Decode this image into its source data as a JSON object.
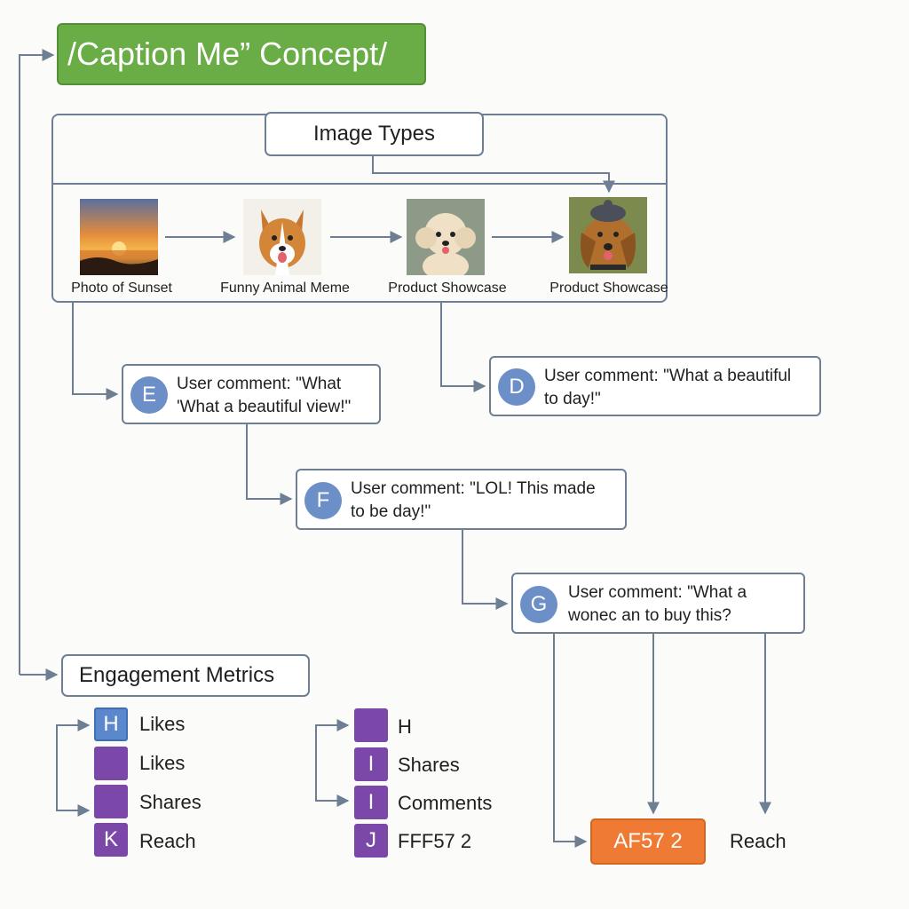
{
  "title": "/Caption Me” Concept/",
  "image_types": {
    "header": "Image Types",
    "items": [
      {
        "label": "Photo of Sunset",
        "image": "sunset-photo"
      },
      {
        "label": "Funny Animal Meme",
        "image": "corgi-dog-photo"
      },
      {
        "label": "Product Showcase",
        "image": "poodle-dog-photo"
      },
      {
        "label": "Product Showcase",
        "image": "dog-with-hat-photo"
      }
    ]
  },
  "comments": {
    "e": {
      "badge": "E",
      "text": "User comment: \"What\n'What a beautiful view!\""
    },
    "d": {
      "badge": "D",
      "text": "User comment: \"What a beautiful\nto day!\""
    },
    "f": {
      "badge": "F",
      "text": "User comment: \"LOL! This made\nto be day!\""
    },
    "g": {
      "badge": "G",
      "text": "User comment: \"What a\nwonec an to buy this?"
    }
  },
  "engagement": {
    "header": "Engagement Metrics",
    "left": [
      {
        "square": "H",
        "label": "Likes",
        "color": "#5b88cc"
      },
      {
        "square": "",
        "label": "Likes",
        "color": "#7b48aa"
      },
      {
        "square": "",
        "label": "Shares",
        "color": "#7b48aa"
      },
      {
        "square": "K",
        "label": "Reach",
        "color": "#7b48aa"
      }
    ],
    "right": [
      {
        "square": "",
        "label": "H",
        "color": "#7b48aa"
      },
      {
        "square": "I",
        "label": "Shares",
        "color": "#7b48aa"
      },
      {
        "square": "I",
        "label": "Comments",
        "color": "#7b48aa"
      },
      {
        "square": "J",
        "label": "FFF57 2",
        "color": "#7b48aa"
      }
    ]
  },
  "result": {
    "label": "AF57 2",
    "color": "#ee7a33"
  },
  "reach_label": "Reach",
  "colors": {
    "title_bg": "#6aad47",
    "badge": "#6b8fc6",
    "line": "#6e7f93"
  }
}
